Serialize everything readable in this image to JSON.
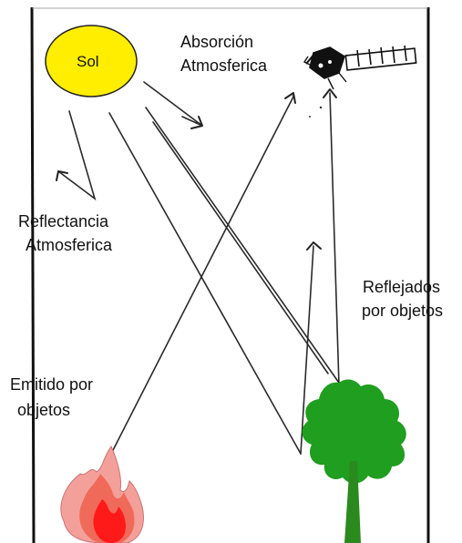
{
  "labels": {
    "sun": "Sol",
    "absorption_line1": "Absorción",
    "absorption_line2": "Atmosferica",
    "reflectance_line1": "Reflectancia",
    "reflectance_line2": "Atmosferica",
    "reflected_line1": "Reflejados",
    "reflected_line2": "por objetos",
    "emitted_line1": "Emitido por",
    "emitted_line2": "objetos"
  },
  "colors": {
    "sun_fill": "#ffee00",
    "sun_stroke": "#222222",
    "tree_green": "#1f9e1f",
    "tree_trunk": "#2d6e1f",
    "fire_outer": "#f4a09a",
    "fire_mid": "#f06a5a",
    "fire_inner": "#ff1a1a",
    "ray": "#2a2a2a"
  },
  "icons": {
    "sun": "sun-icon",
    "satellite": "satellite-icon",
    "tree": "tree-icon",
    "fire": "fire-icon"
  }
}
